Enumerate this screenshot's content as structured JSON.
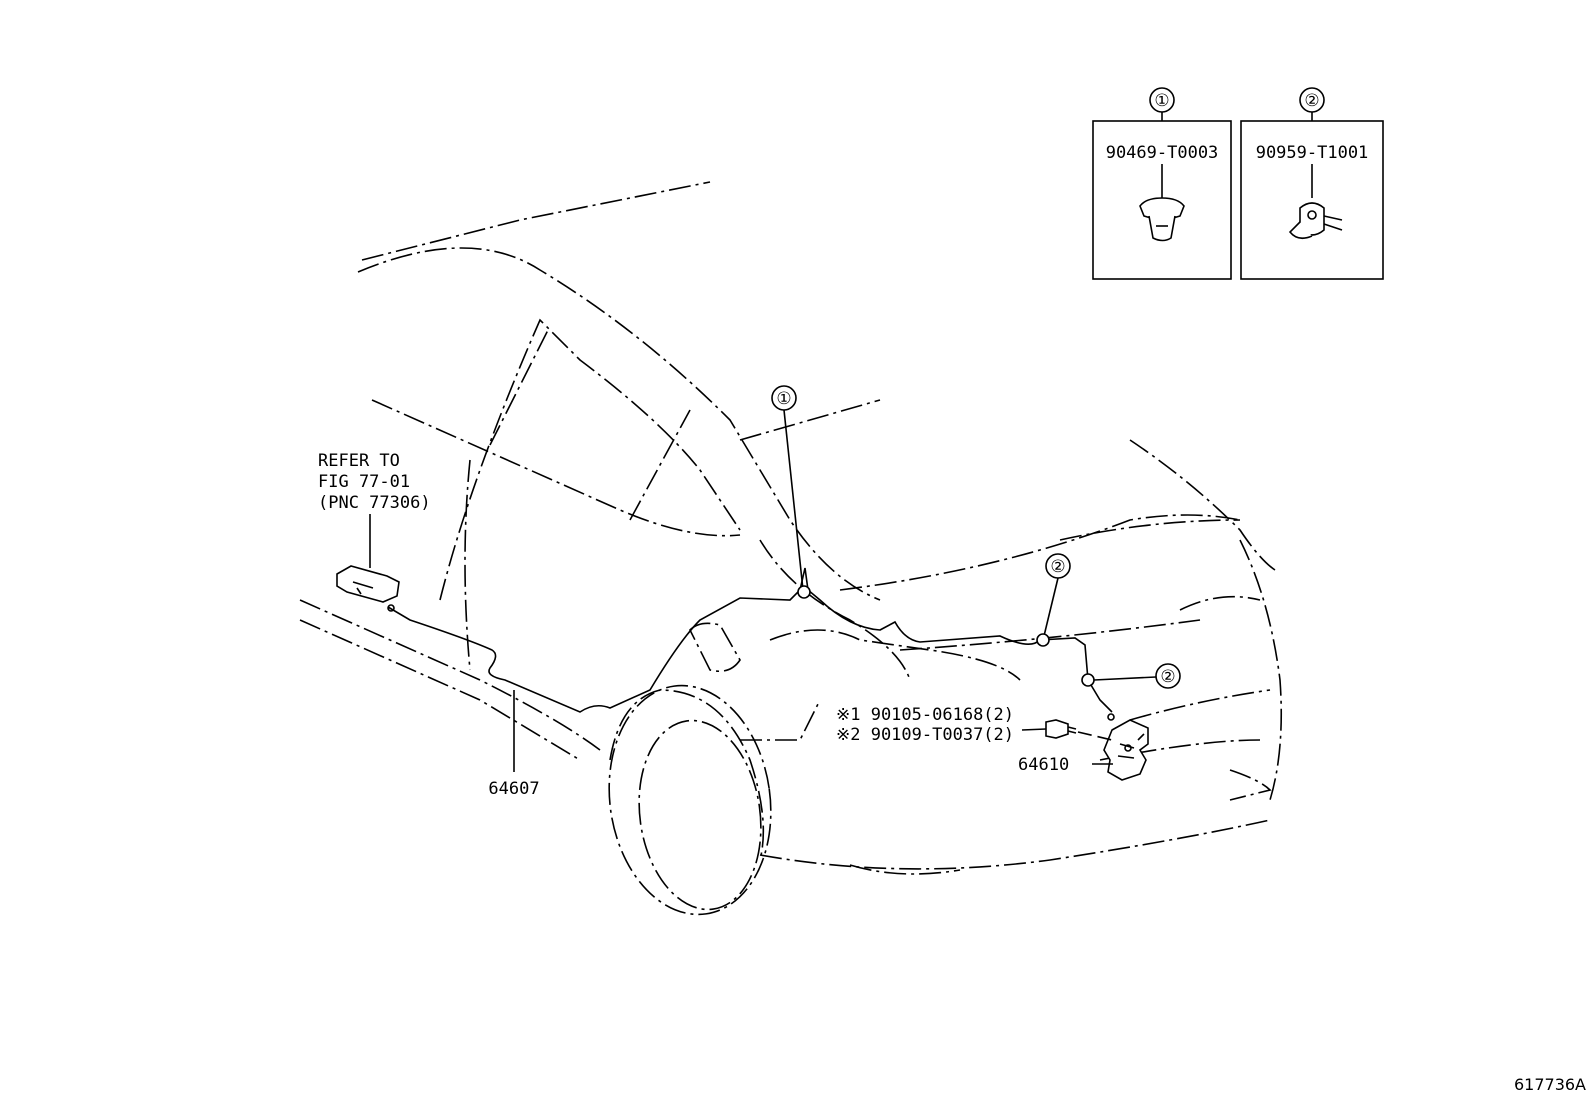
{
  "callouts": {
    "legend": [
      {
        "marker": "①",
        "part_number": "90469-T0003"
      },
      {
        "marker": "②",
        "part_number": "90959-T1001"
      }
    ],
    "diagram_markers": [
      "①",
      "②",
      "②"
    ]
  },
  "labels": {
    "refer_line1": "REFER TO",
    "refer_line2": "FIG 77-01",
    "refer_line3": "(PNC 77306)",
    "cable_part": "64607",
    "lock_part": "64610",
    "screw1": "※1  90105-06168(2)",
    "screw2": "※2  90109-T0037(2)"
  },
  "figure_id": "617736A"
}
